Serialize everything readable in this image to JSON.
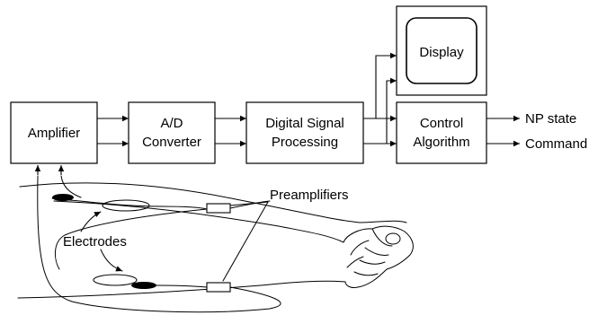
{
  "blocks": {
    "amplifier": "Amplifier",
    "ad_line1": "A/D",
    "ad_line2": "Converter",
    "dsp_line1": "Digital Signal",
    "dsp_line2": "Processing",
    "display": "Display",
    "control_line1": "Control",
    "control_line2": "Algorithm"
  },
  "outputs": {
    "np_state": "NP state",
    "command": "Command"
  },
  "labels": {
    "preamplifiers": "Preamplifiers",
    "electrodes": "Electrodes"
  }
}
